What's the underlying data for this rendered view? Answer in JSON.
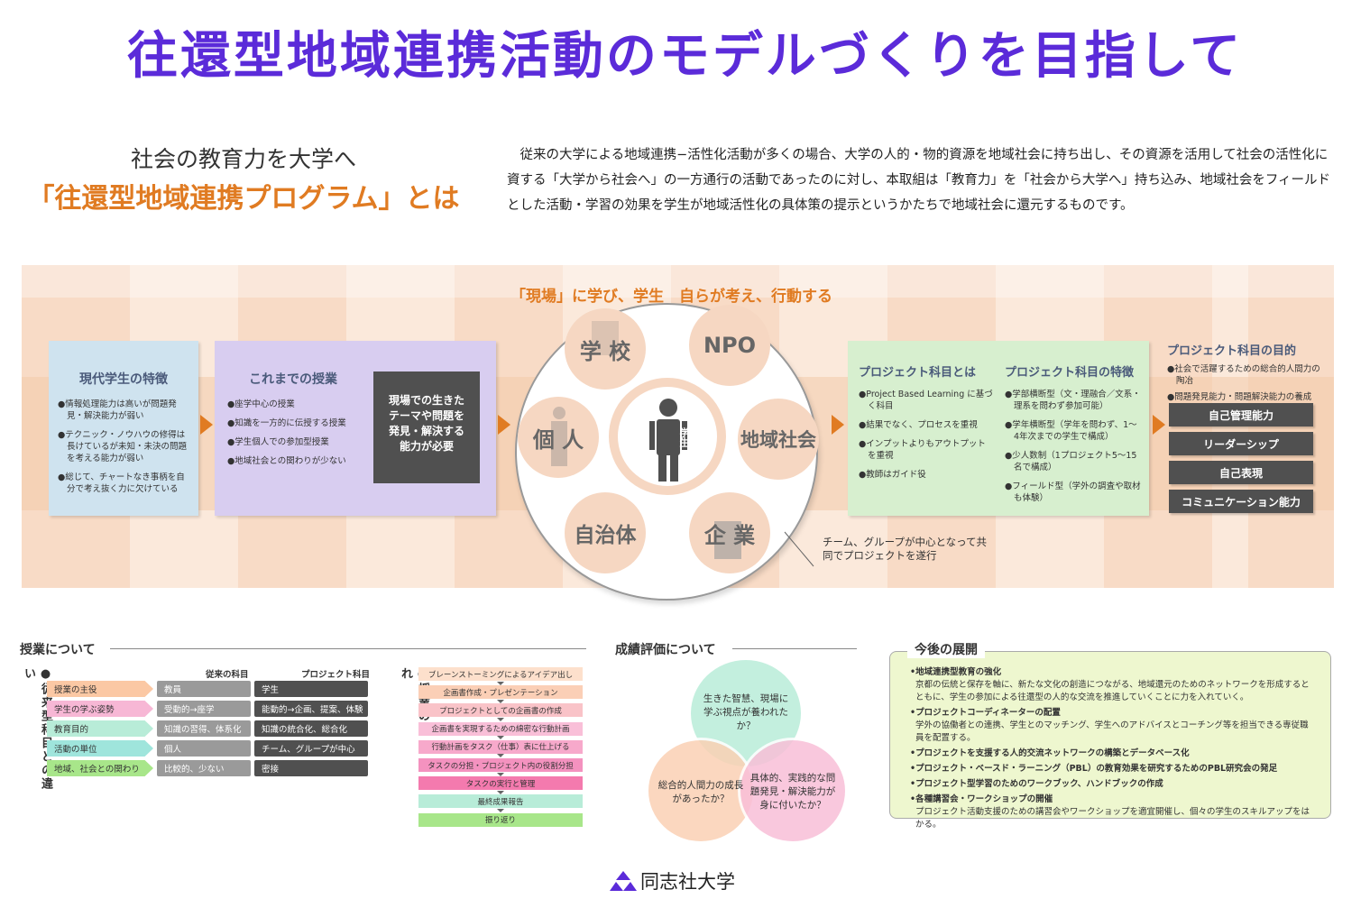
{
  "title": "往還型地域連携活動のモデルづくりを目指して",
  "subtitle1": "社会の教育力を大学へ",
  "subtitle2": "「往還型地域連携プログラム」とは",
  "intro": "従来の大学による地域連携−活性化活動が多くの場合、大学の人的・物的資源を地域社会に持ち出し、その資源を活用して社会の活性化に資する「大学から社会へ」の一方通行の活動であったのに対し、本取組は「教育力」を「社会から大学へ」持ち込み、地域社会をフィールドとした活動・学習の効果を学生が地域活性化の具体策の提示というかたちで地域社会に還元するものです。",
  "center_caption": "「現場」に学び、学生　自らが考え、行動する",
  "modern": {
    "heading": "現代学生の特徴",
    "items": [
      "●情報処理能力は高いが問題発見・解決能力が弱い",
      "●テクニック・ノウハウの修得は長けているが未知・未決の問題を考える能力が弱い",
      "●総じて、チャートなき事柄を自分で考え抜く力に欠けている"
    ]
  },
  "past": {
    "heading": "これまでの授業",
    "items": [
      "●座学中心の授業",
      "●知識を一方的に伝授する授業",
      "●学生個人での参加型授業",
      "●地域社会との関わりが少ない"
    ],
    "need": "現場での生きたテーマや問題を発見・解決する能力が必要"
  },
  "circles": {
    "school": "学 校",
    "npo": "NPO",
    "individual": "個 人",
    "community": "地域社会",
    "local_gov": "自治体",
    "company": "企 業",
    "student": "学生"
  },
  "team_note": "チーム、グループが中心となって共同でプロジェクトを遂行",
  "project": {
    "what_heading": "プロジェクト科目とは",
    "what_items": [
      "●Project Based Learning に基づく科目",
      "●結果でなく、プロセスを重視",
      "●インプットよりもアウトプットを重視",
      "●教師はガイド役"
    ],
    "feature_heading": "プロジェクト科目の特徴",
    "feature_items": [
      "●学部横断型（文・理融合／文系・理系を問わず参加可能）",
      "●学年横断型（学年を問わず、1〜4年次までの学生で構成）",
      "●少人数制（1プロジェクト5〜15名で構成）",
      "●フィールド型（学外の調査や取材も体験）"
    ]
  },
  "purpose": {
    "heading": "プロジェクト科目の目的",
    "items": [
      "●社会で活躍するための総合的人間力の陶冶",
      "●問題発見能力・問題解決能力の養成"
    ],
    "buttons": [
      "自己管理能力",
      "リーダーシップ",
      "自己表現",
      "コミュニケーション能力"
    ]
  },
  "classes": {
    "heading": "授業について",
    "vlabel1": "●従来型科目との違い",
    "col_old": "従来の科目",
    "col_new": "プロジェクト科目",
    "rows": [
      {
        "label": "授業の主役",
        "old": "教員",
        "new": "学生",
        "color": "#fbc8a4"
      },
      {
        "label": "学生の学ぶ姿勢",
        "old": "受動的→座学",
        "new": "能動的→企画、提案、体験",
        "color": "#f7b7d5"
      },
      {
        "label": "教育目的",
        "old": "知識の習得、体系化",
        "new": "知識の統合化、総合化",
        "color": "#b8ecd8"
      },
      {
        "label": "活動の単位",
        "old": "個人",
        "new": "チーム、グループが中心",
        "color": "#9fe5dc"
      },
      {
        "label": "地域、社会との関わり",
        "old": "比較的、少ない",
        "new": "密接",
        "color": "#a8e68a"
      }
    ],
    "vlabel2": "●授業の流れ",
    "flow": [
      {
        "t": "ブレーンストーミングによるアイデア出し",
        "c": "#fde0cc"
      },
      {
        "t": "企画書作成・プレゼンテーション",
        "c": "#fbcfb6"
      },
      {
        "t": "プロジェクトとしての企画書の作成",
        "c": "#f9c3c8"
      },
      {
        "t": "企画書を実現するための綿密な行動計画",
        "c": "#f9bfd8"
      },
      {
        "t": "行動計画をタスク（仕事）表に仕上げる",
        "c": "#f7a9cb"
      },
      {
        "t": "タスクの分担・プロジェクト内の役割分担",
        "c": "#f492bf"
      },
      {
        "t": "タスクの実行と管理",
        "c": "#f47aae"
      },
      {
        "t": "最終成果報告",
        "c": "#b8ecd8"
      },
      {
        "t": "振り返り",
        "c": "#a8e68a"
      }
    ]
  },
  "grading": {
    "heading": "成績評価について",
    "c1": "生きた智慧、現場に学ぶ視点が養われたか？",
    "c2": "総合的人間力の成長があったか？",
    "c3": "具体的、実践的な問題発見・解決能力が身に付いたか？"
  },
  "future": {
    "heading": "今後の展開",
    "items": [
      {
        "h": "•地域連携型教育の強化",
        "d": "京都の伝統と保存を軸に、新たな文化の創造につながる、地域還元のためのネットワークを形成するとともに、学生の参加による往還型の人的な交流を推進していくことに力を入れていく。"
      },
      {
        "h": "•プロジェクトコーディネーターの配置",
        "d": "学外の協働者との連携、学生とのマッチング、学生へのアドバイスとコーチング等を担当できる専従職員を配置する。"
      },
      {
        "h": "•プロジェクトを支援する人的交流ネットワークの構築とデータベース化",
        "d": ""
      },
      {
        "h": "•プロジェクト・ベースド・ラーニング（PBL）の教育効果を研究するためのPBL研究会の発足",
        "d": ""
      },
      {
        "h": "•プロジェクト型学習のためのワークブック、ハンドブックの作成",
        "d": ""
      },
      {
        "h": "•各種講習会・ワークショップの開催",
        "d": "プロジェクト活動支援のための講習会やワークショップを適宜開催し、個々の学生のスキルアップをはかる。"
      }
    ]
  },
  "university": "同志社大学",
  "colors": {
    "title": "#5b2bd9",
    "accent": "#e07b22"
  }
}
